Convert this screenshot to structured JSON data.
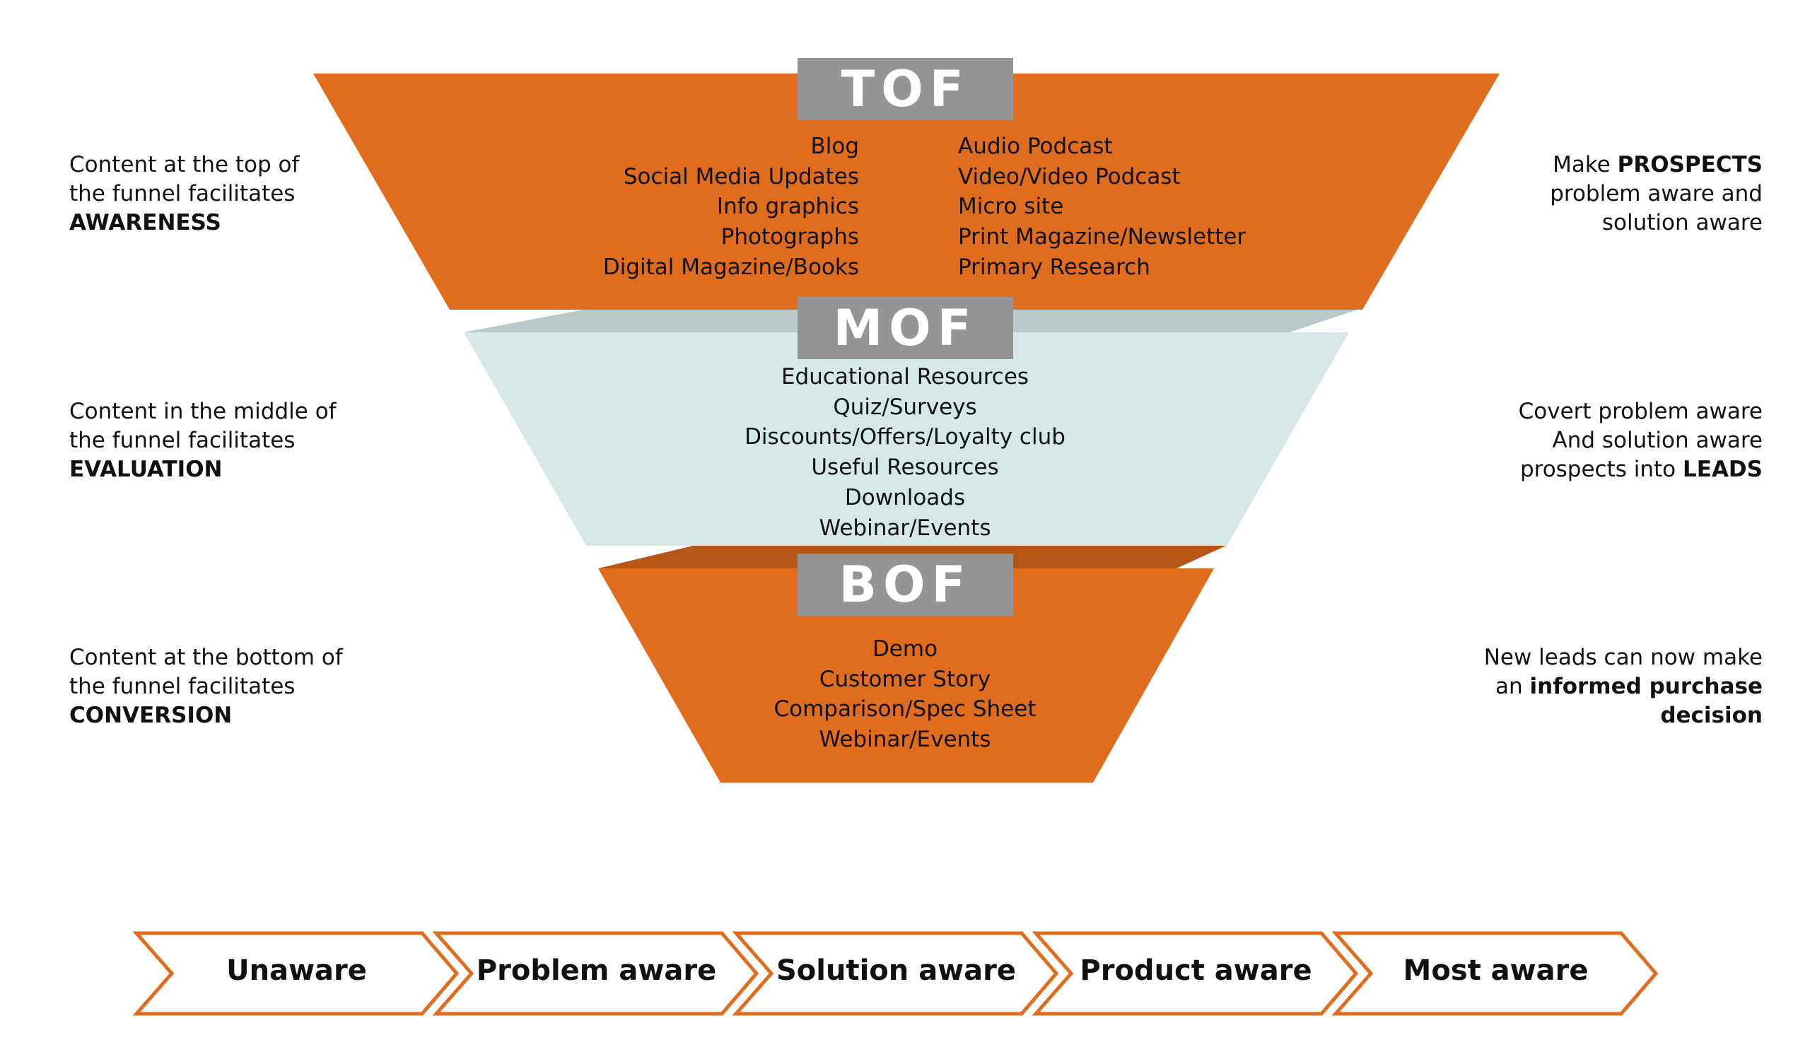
{
  "colors": {
    "orange": "#e06c1e",
    "orange_dark": "#b65718",
    "mist": "#d5e7e6",
    "mist_dark": "#b9c8c8",
    "label_gray": "#959595"
  },
  "stages": [
    {
      "label": "TOF",
      "items_left": [
        "Blog",
        "Social Media Updates",
        "Info graphics",
        "Photographs",
        "Digital Magazine/Books"
      ],
      "items_right": [
        "Audio Podcast",
        "Video/Video Podcast",
        "Micro site",
        "Print Magazine/Newsletter",
        "Primary Research"
      ]
    },
    {
      "label": "MOF",
      "items": [
        "Educational Resources",
        "Quiz/Surveys",
        "Discounts/Offers/Loyalty club",
        "Useful Resources",
        "Downloads",
        "Webinar/Events"
      ]
    },
    {
      "label": "BOF",
      "items": [
        "Demo",
        "Customer Story",
        "Comparison/Spec Sheet",
        "Webinar/Events"
      ]
    }
  ],
  "left_notes": [
    {
      "line1": "Content at the top of",
      "line2": "the funnel facilitates",
      "bold": "AWARENESS"
    },
    {
      "line1": "Content in the middle of",
      "line2": "the funnel facilitates",
      "bold": "EVALUATION"
    },
    {
      "line1": "Content at the bottom of",
      "line2": "the funnel facilitates",
      "bold": "CONVERSION"
    }
  ],
  "right_notes": [
    {
      "l1_pre": "Make ",
      "l1_bold": "PROSPECTS",
      "l2": "problem aware and",
      "l3": "solution aware"
    },
    {
      "l1": "Covert problem aware",
      "l2": "And solution aware",
      "l3_pre": "prospects into ",
      "l3_bold": "LEADS"
    },
    {
      "l1": "New leads can now make",
      "l2_pre": "an ",
      "l2_bold": "informed purchase",
      "l3_bold": "decision"
    }
  ],
  "awareness_steps": [
    "Unaware",
    "Problem aware",
    "Solution aware",
    "Product aware",
    "Most aware"
  ]
}
